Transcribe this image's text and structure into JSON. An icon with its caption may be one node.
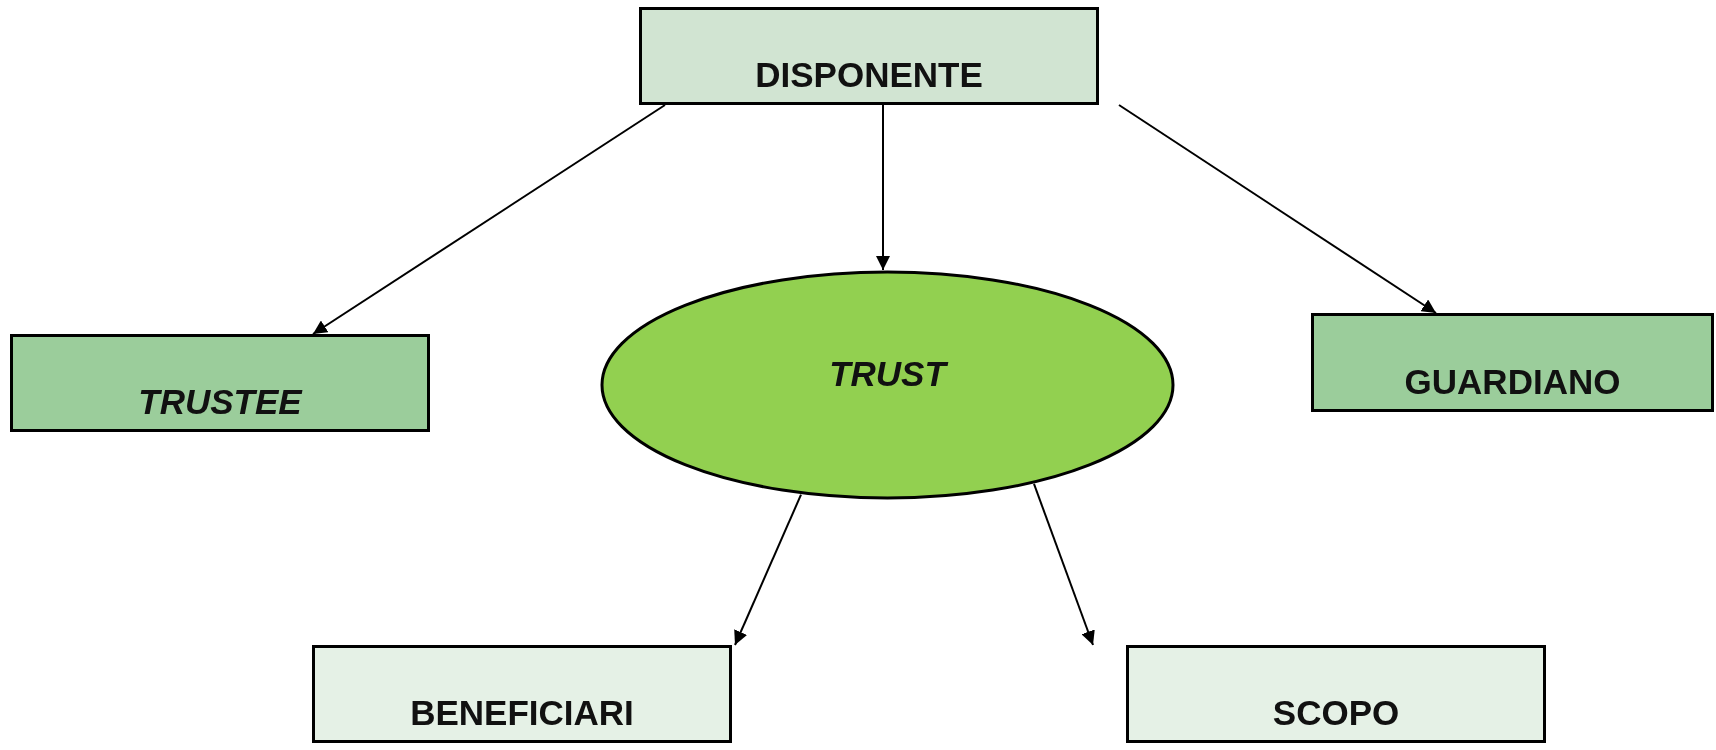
{
  "diagram": {
    "nodes": [
      {
        "text": [
          "DISPONENTE"
        ]
      },
      {
        "text": [
          "TRUSTEE"
        ]
      },
      {
        "text": [
          "TRUST"
        ]
      },
      {
        "text": [
          "GUARDIANO"
        ]
      },
      {
        "text": [
          "BENEFICIARI"
        ]
      },
      {
        "text": [
          "SCOPO"
        ]
      }
    ],
    "edges": [
      {
        "from": 0,
        "to": 1,
        "arrow": "to"
      },
      {
        "from": 0,
        "to": 2,
        "arrow": "to"
      },
      {
        "from": 0,
        "to": 3,
        "arrow": "to"
      },
      {
        "from": 2,
        "to": 4,
        "arrow": "to"
      },
      {
        "from": 2,
        "to": 5,
        "arrow": "to"
      }
    ]
  }
}
